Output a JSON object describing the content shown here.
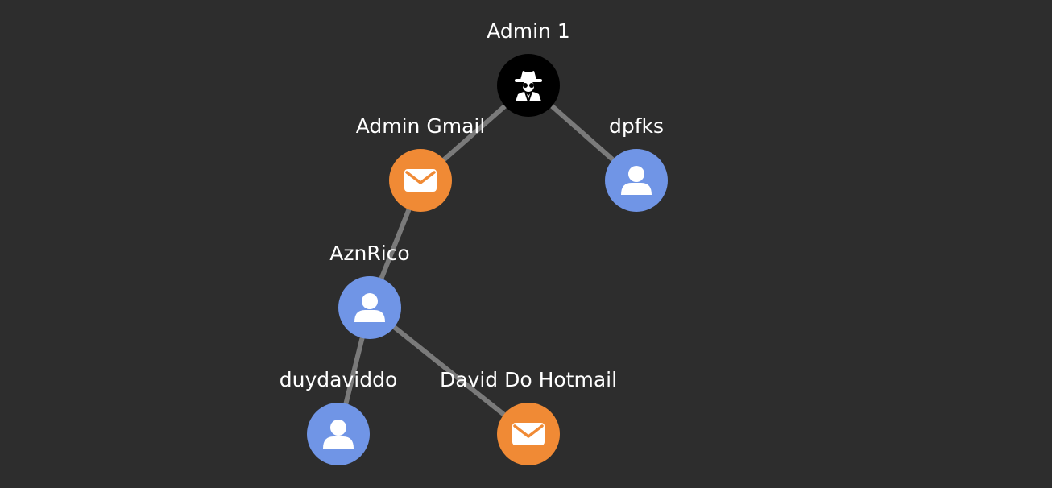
{
  "colors": {
    "background": "#2d2d2d",
    "edge": "#7a7a7a",
    "admin": "#000000",
    "email": "#f08a35",
    "user": "#7095e6",
    "icon": "#ffffff",
    "label": "#ffffff"
  },
  "nodes": [
    {
      "id": "admin1",
      "label": "Admin 1",
      "type": "admin",
      "icon": "spy-icon"
    },
    {
      "id": "admin_gmail",
      "label": "Admin Gmail",
      "type": "email",
      "icon": "envelope-icon"
    },
    {
      "id": "dpfks",
      "label": "dpfks",
      "type": "user",
      "icon": "user-icon"
    },
    {
      "id": "aznrico",
      "label": "AznRico",
      "type": "user",
      "icon": "user-icon"
    },
    {
      "id": "duydaviddo",
      "label": "duydaviddo",
      "type": "user",
      "icon": "user-icon"
    },
    {
      "id": "david_do_hotmail",
      "label": "David Do Hotmail",
      "type": "email",
      "icon": "envelope-icon"
    }
  ],
  "edges": [
    {
      "from": "admin1",
      "to": "admin_gmail"
    },
    {
      "from": "admin1",
      "to": "dpfks"
    },
    {
      "from": "admin_gmail",
      "to": "aznrico"
    },
    {
      "from": "aznrico",
      "to": "duydaviddo"
    },
    {
      "from": "aznrico",
      "to": "david_do_hotmail"
    }
  ]
}
